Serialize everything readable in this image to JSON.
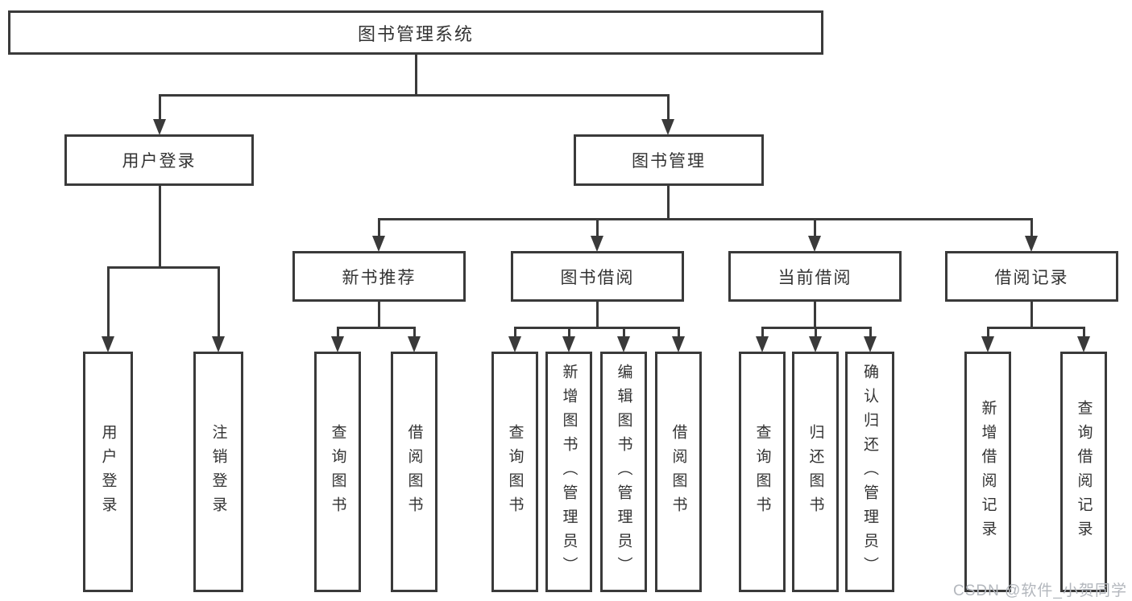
{
  "tree": {
    "label": "图书管理系统",
    "children": [
      {
        "label": "用户登录",
        "children": [
          {
            "label": "用户登录"
          },
          {
            "label": "注销登录"
          }
        ]
      },
      {
        "label": "图书管理",
        "children": [
          {
            "label": "新书推荐",
            "children": [
              {
                "label": "查询图书"
              },
              {
                "label": "借阅图书"
              }
            ]
          },
          {
            "label": "图书借阅",
            "children": [
              {
                "label": "查询图书"
              },
              {
                "label": "新增图书（管理员）"
              },
              {
                "label": "编辑图书（管理员）"
              },
              {
                "label": "借阅图书"
              }
            ]
          },
          {
            "label": "当前借阅",
            "children": [
              {
                "label": "查询图书"
              },
              {
                "label": "归还图书"
              },
              {
                "label": "确认归还（管理员）"
              }
            ]
          },
          {
            "label": "借阅记录",
            "children": [
              {
                "label": "新增借阅记录"
              },
              {
                "label": "查询借阅记录"
              }
            ]
          }
        ]
      }
    ]
  },
  "watermark": {
    "text": "CSDN @软件_小贺同学"
  },
  "colors": {
    "line": "#3a3a3a",
    "text": "#333333",
    "watermark": "#b3b7bd",
    "background": "#ffffff"
  }
}
